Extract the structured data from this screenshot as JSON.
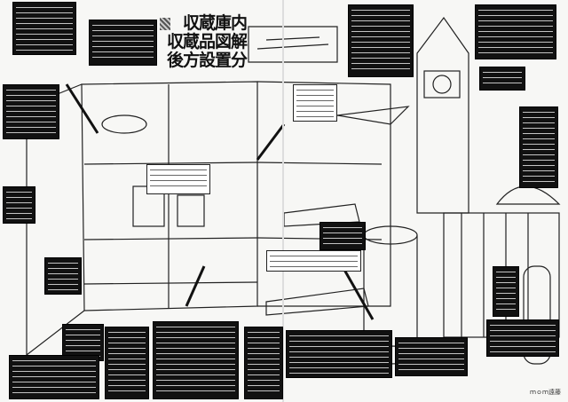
{
  "title": {
    "line1": "収蔵庫内",
    "line2": "収蔵品図解",
    "line3": "後方設置分"
  },
  "credit": "ｍｏｍ遠藤",
  "colors": {
    "ink": "#111111",
    "paper": "#f7f7f5"
  }
}
